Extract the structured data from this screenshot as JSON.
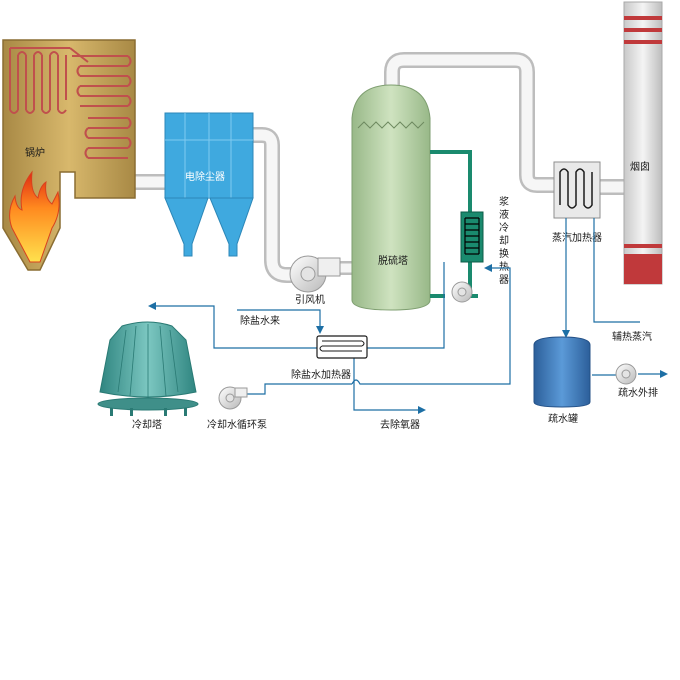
{
  "labels": {
    "boiler": "锅炉",
    "esp": "电除尘器",
    "id_fan": "引风机",
    "desulf_tower": "脱硫塔",
    "slurry_hx": "浆液冷却换热器",
    "steam_heater": "蒸汽加热器",
    "chimney": "烟囱",
    "demin_water_in": "除盐水来",
    "demin_heater": "除盐水加热器",
    "cooling_tower": "冷却塔",
    "cw_pump": "冷却水循环泵",
    "to_deaerator": "去除氧器",
    "aux_steam": "辅热蒸汽",
    "drain_tank": "疏水罐",
    "drain_out": "疏水外排"
  },
  "colors": {
    "boiler_body": "#c9a45a",
    "coil": "#c0504d",
    "esp": "#3fa9df",
    "tower": "#b8d4a8",
    "hx": "#1a8a6e",
    "pipe": "#1d6fa5",
    "chimney_band": "#c0393b",
    "tank": "#3a7cc0",
    "cooling_tower": "#4aa39d"
  }
}
